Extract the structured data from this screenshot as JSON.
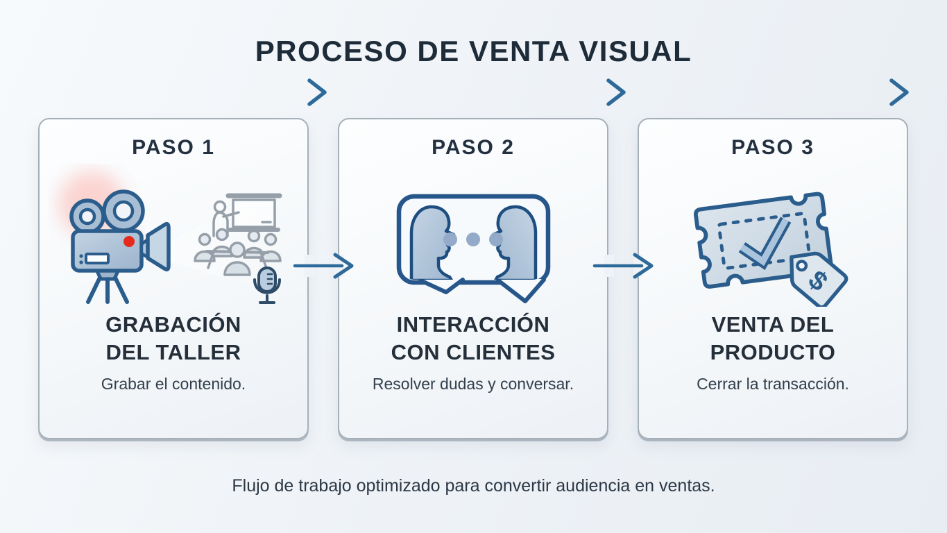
{
  "title": "PROCESO DE VENTA VISUAL",
  "steps": [
    {
      "label": "PASO 1",
      "icon": "video-camera-recording-workshop-icon",
      "title_lines": [
        "GRABACIÓN",
        "DEL TALLER"
      ],
      "description": "Grabar el contenido."
    },
    {
      "label": "PASO 2",
      "icon": "chat-bubbles-profiles-conversation-icon",
      "title_lines": [
        "INTERACCIÓN",
        "CON CLIENTES"
      ],
      "description": "Resolver dudas y conversar."
    },
    {
      "label": "PASO 3",
      "icon": "ticket-checkmark-price-tag-icon",
      "title_lines": [
        "VENTA DEL",
        "PRODUCTO"
      ],
      "description": "Cerrar la transacción.",
      "tag_symbol": "$"
    }
  ],
  "footer": "Flujo de trabajo optimizado para convertir audiencia en ventas.",
  "colors": {
    "accent_blue": "#2e6a99",
    "icon_outline_blue": "#2b5d8c",
    "icon_fill_blue": "#aec4d9",
    "record_red": "#e5291d",
    "sketch_gray": "#969fa8",
    "card_border": "#a6b0b9",
    "text_dark": "#1e2b38",
    "page_background": "#eef2f6"
  }
}
